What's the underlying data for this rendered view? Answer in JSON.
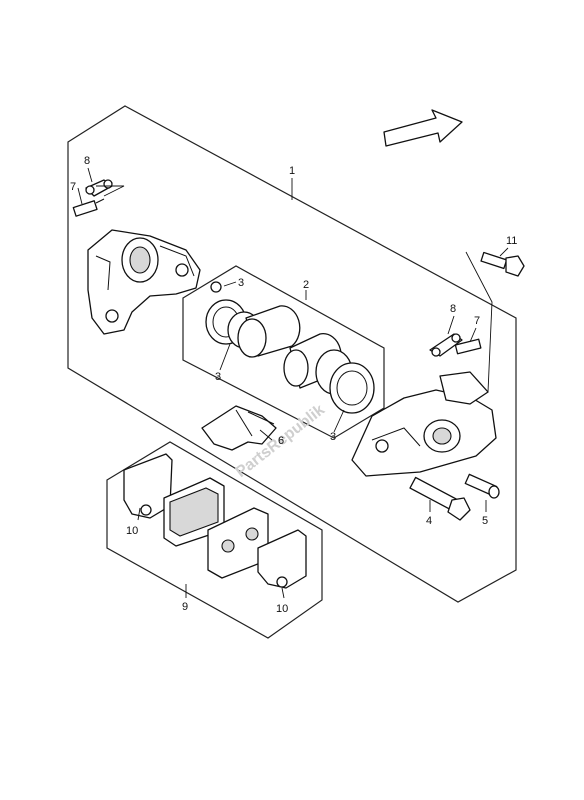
{
  "diagram": {
    "watermark": "PartsRepublik",
    "callouts": {
      "c1": "1",
      "c2": "2",
      "c3a": "3",
      "c3b": "3",
      "c3c": "3",
      "c4": "4",
      "c5": "5",
      "c6": "6",
      "c7a": "7",
      "c7b": "7",
      "c8a": "8",
      "c8b": "8",
      "c9": "9",
      "c10a": "10",
      "c10b": "10",
      "c11": "11"
    }
  }
}
